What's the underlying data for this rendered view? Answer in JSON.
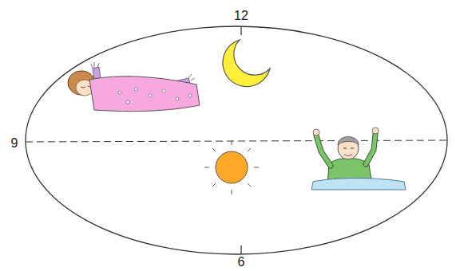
{
  "diagram": {
    "labels": [
      "12",
      "9",
      "6"
    ]
  }
}
